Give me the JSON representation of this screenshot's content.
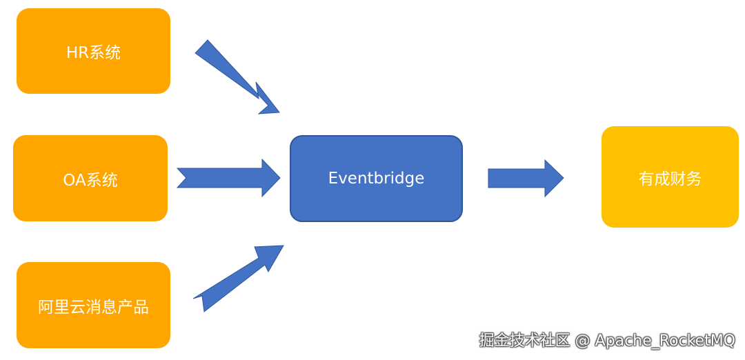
{
  "nodes": {
    "hr": "HR系统",
    "oa": "OA系统",
    "ali": "阿里云消息产品",
    "eventbridge": "Eventbridge",
    "finance": "有成财务"
  },
  "watermark": "掘金技术社区 @ Apache_RocketMQ",
  "colors": {
    "source_fill": "#FFA500",
    "hub_fill": "#4472C4",
    "target_fill": "#FFC000",
    "arrow_fill": "#4472C4"
  }
}
